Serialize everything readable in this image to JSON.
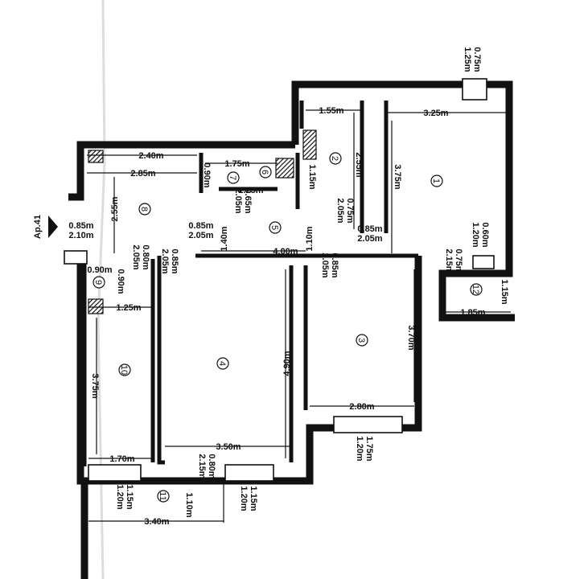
{
  "apartment": {
    "label": "Ap.41"
  },
  "rooms": [
    {
      "n": "1"
    },
    {
      "n": "2"
    },
    {
      "n": "3"
    },
    {
      "n": "4"
    },
    {
      "n": "5"
    },
    {
      "n": "6"
    },
    {
      "n": "7"
    },
    {
      "n": "8"
    },
    {
      "n": "9"
    },
    {
      "n": "10"
    },
    {
      "n": "11"
    },
    {
      "n": "12"
    }
  ],
  "dims": [
    {
      "t": "0.75m"
    },
    {
      "t": "1.25m"
    },
    {
      "t": "1.55m"
    },
    {
      "t": "3.25m"
    },
    {
      "t": "2.55m"
    },
    {
      "t": "3.75m"
    },
    {
      "t": "2.40m"
    },
    {
      "t": "2.85m"
    },
    {
      "t": "1.75m"
    },
    {
      "t": "0.90m"
    },
    {
      "t": "2.25m"
    },
    {
      "t": "1.15m"
    },
    {
      "t": "2.55m"
    },
    {
      "t": "0.65m"
    },
    {
      "t": "2.05m"
    },
    {
      "t": "0.75m"
    },
    {
      "t": "2.05m"
    },
    {
      "t": "0.85m"
    },
    {
      "t": "2.10m"
    },
    {
      "t": "0.85m"
    },
    {
      "t": "2.05m"
    },
    {
      "t": "1.40m"
    },
    {
      "t": "1.10m"
    },
    {
      "t": "0.85m"
    },
    {
      "t": "2.05m"
    },
    {
      "t": "0.60m"
    },
    {
      "t": "1.20m"
    },
    {
      "t": "0.80m"
    },
    {
      "t": "2.05m"
    },
    {
      "t": "0.85m"
    },
    {
      "t": "2.05m"
    },
    {
      "t": "4.00m"
    },
    {
      "t": "0.85m"
    },
    {
      "t": "2.05m"
    },
    {
      "t": "0.75m"
    },
    {
      "t": "2.15m"
    },
    {
      "t": "0.90m"
    },
    {
      "t": "0.90m"
    },
    {
      "t": "1.25m"
    },
    {
      "t": "1.15m"
    },
    {
      "t": "1.85m"
    },
    {
      "t": "4.90m"
    },
    {
      "t": "3.70m"
    },
    {
      "t": "3.75m"
    },
    {
      "t": "2.80m"
    },
    {
      "t": "3.50m"
    },
    {
      "t": "1.75m"
    },
    {
      "t": "1.20m"
    },
    {
      "t": "1.70m"
    },
    {
      "t": "0.80m"
    },
    {
      "t": "2.15m"
    },
    {
      "t": "1.15m"
    },
    {
      "t": "1.20m"
    },
    {
      "t": "1.10m"
    },
    {
      "t": "1.15m"
    },
    {
      "t": "1.20m"
    },
    {
      "t": "3.40m"
    }
  ]
}
